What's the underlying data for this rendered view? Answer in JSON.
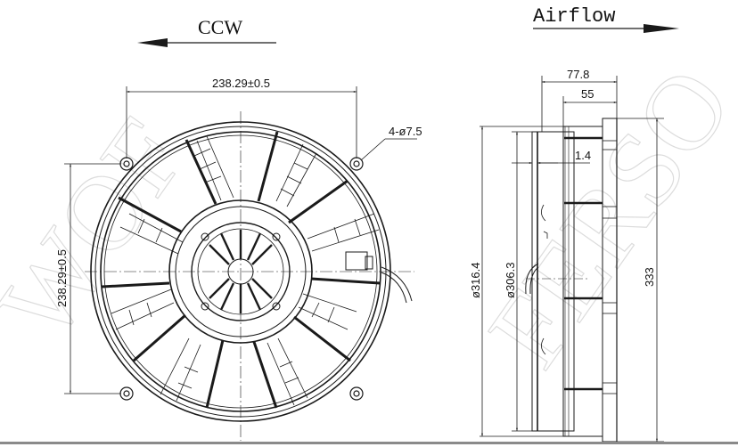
{
  "title": "Axial cooling fan dimensional drawing",
  "rotation": {
    "label": "CCW",
    "arrow_direction": "left"
  },
  "airflow": {
    "label": "Airflow",
    "arrow_direction": "right"
  },
  "front_view": {
    "horizontal_hole_spacing": "238.29±0.5",
    "vertical_hole_spacing": "238.29±0.5",
    "mounting_holes": "4-ø7.5",
    "blade_count": 10,
    "mounting_hole_count": 4
  },
  "side_view": {
    "overall_depth": "77.8",
    "shroud_depth": "55",
    "clearance": "1.4",
    "outer_diameter": "ø316.4",
    "inner_diameter": "ø306.3",
    "overall_height": "333"
  },
  "watermark": {
    "text": "WOFERSON"
  },
  "colors": {
    "line": "#1a1a1a",
    "watermark": "#dcdcdc",
    "background": "#ffffff",
    "rule": "#8a8a8a"
  }
}
